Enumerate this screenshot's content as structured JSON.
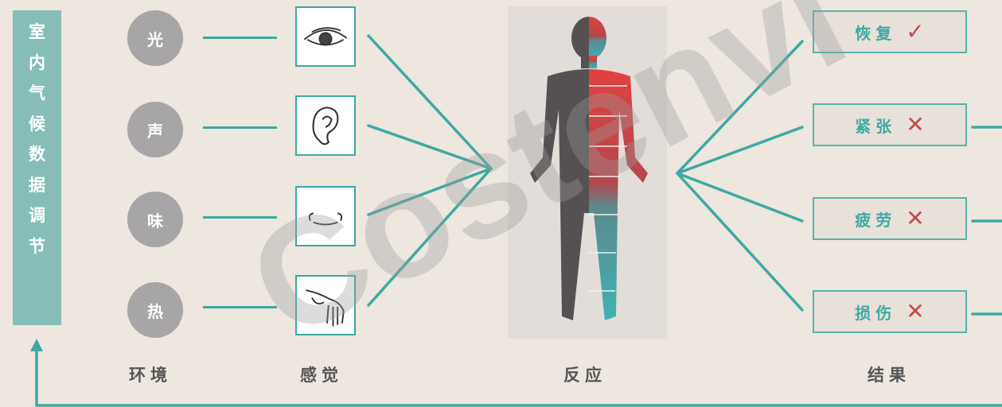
{
  "sidebar": {
    "chars": [
      "室",
      "内",
      "气",
      "候",
      "数",
      "据",
      "调",
      "节"
    ]
  },
  "environment": {
    "items": [
      "光",
      "声",
      "味",
      "热"
    ],
    "label": "环境"
  },
  "senses": {
    "label": "感觉",
    "icons": [
      "eye-icon",
      "ear-icon",
      "nose-icon",
      "hand-icon"
    ]
  },
  "reaction": {
    "label": "反应"
  },
  "results": {
    "label": "结果",
    "items": [
      {
        "text": "恢复",
        "mark": "✓",
        "mark_color": "#c24a4e"
      },
      {
        "text": "紧张",
        "mark": "✕",
        "mark_color": "#c24a4e"
      },
      {
        "text": "疲劳",
        "mark": "✕",
        "mark_color": "#c24a4e"
      },
      {
        "text": "损伤",
        "mark": "✕",
        "mark_color": "#c24a4e"
      }
    ]
  },
  "watermark": {
    "text": "Costenvi"
  },
  "colors": {
    "accent": "#3ea8a3",
    "sidebar": "#86bdb7",
    "circle": "#a7a5a6",
    "background": "#ede7df"
  }
}
